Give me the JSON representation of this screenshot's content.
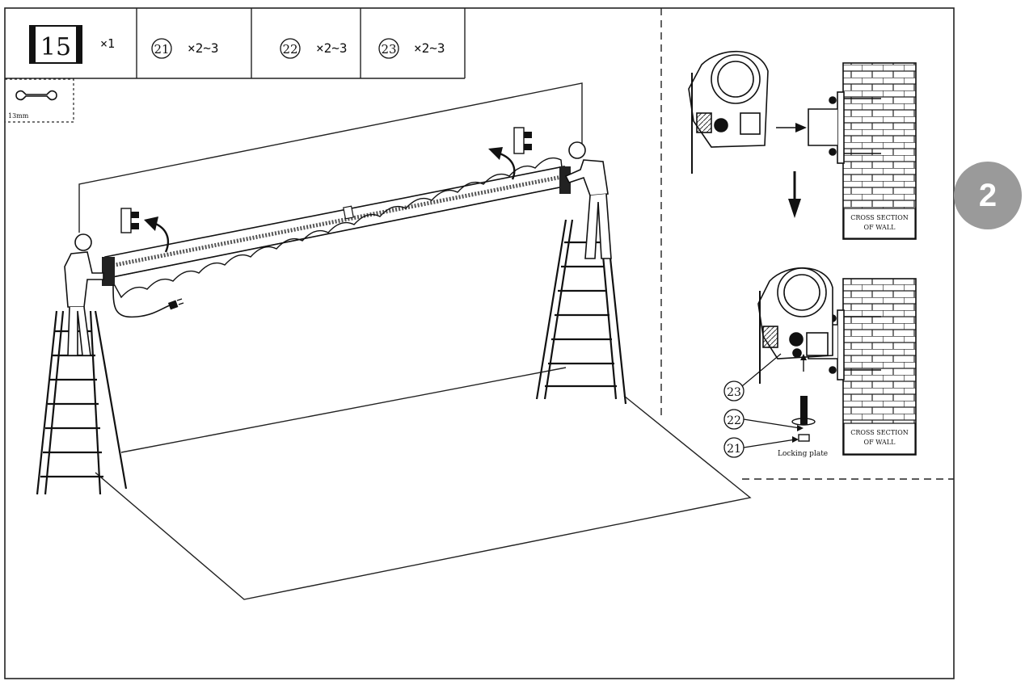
{
  "parts": {
    "p15": {
      "number": "15",
      "qty": "×1"
    },
    "p21": {
      "number": "21",
      "qty": "×2~3"
    },
    "p22": {
      "number": "22",
      "qty": "×2~3"
    },
    "p23": {
      "number": "23",
      "qty": "×2~3"
    }
  },
  "tool": {
    "icon": "wrench-icon",
    "size": "13mm"
  },
  "callouts": {
    "c23": "23",
    "c22": "22",
    "c21": "21"
  },
  "labels": {
    "cross_section_line1": "CROSS SECTION",
    "cross_section_line2": "OF WALL",
    "locking_plate": "Locking plate"
  },
  "step": {
    "number": "2",
    "color": "#9a9a9a"
  }
}
